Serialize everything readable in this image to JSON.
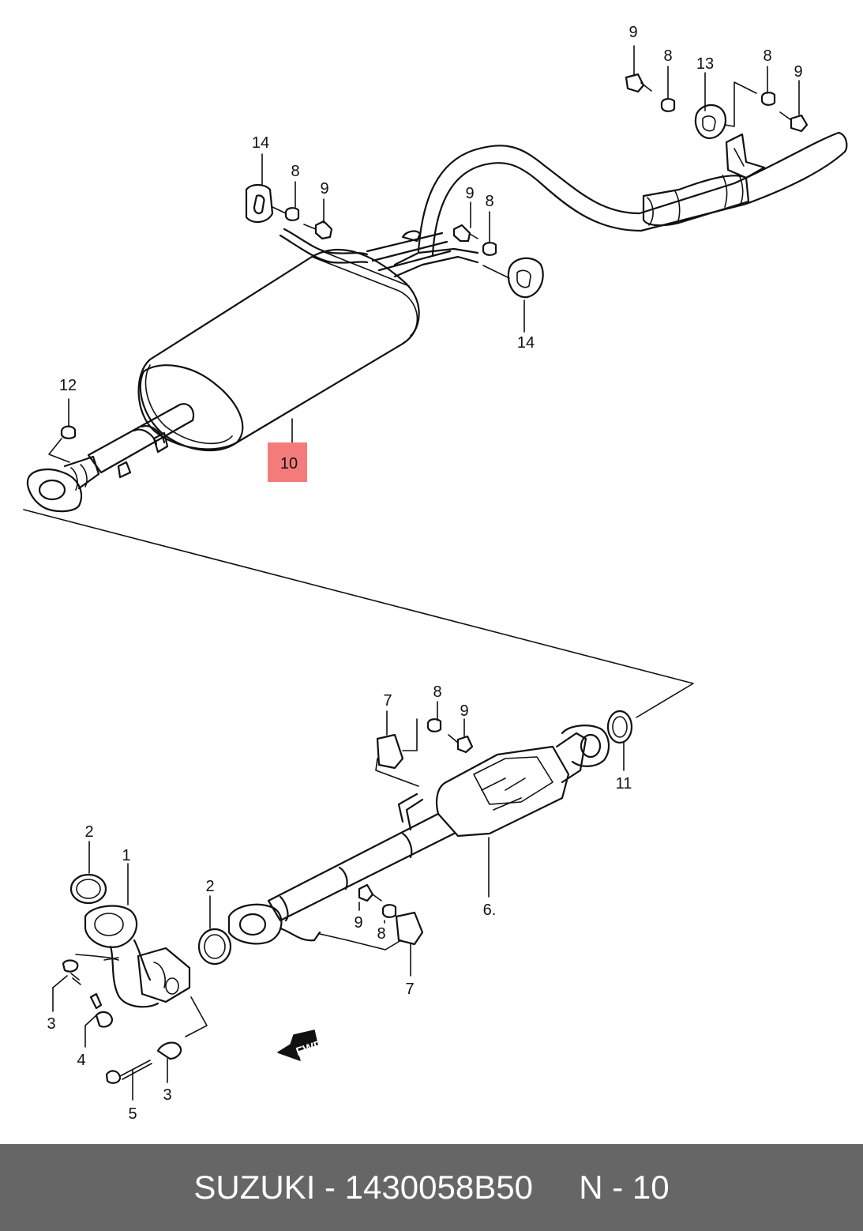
{
  "diagram": {
    "callouts": [
      "9",
      "8",
      "13",
      "8",
      "9",
      "14",
      "8",
      "9",
      "9",
      "8",
      "14",
      "12",
      "10",
      "7",
      "8",
      "9",
      "11",
      "2",
      "1",
      "2",
      "6.",
      "9",
      "8",
      "7",
      "3",
      "4",
      "5",
      "3"
    ],
    "fwd_label": "FWD",
    "highlight_color": "#f47b7b"
  },
  "footer": {
    "caption": "SUZUKI - 1430058B50     N - 10"
  }
}
